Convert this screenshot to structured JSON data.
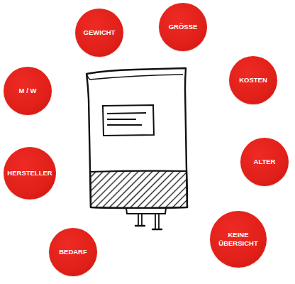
{
  "diagram": {
    "nodes": [
      {
        "text": [
          "GRÖSSE"
        ]
      },
      {
        "text": [
          "GEWICHT"
        ]
      },
      {
        "text": [
          "KOSTEN"
        ]
      },
      {
        "text": [
          "M / W"
        ]
      },
      {
        "text": [
          "ALTER"
        ]
      },
      {
        "text": [
          "HERSTELLER"
        ]
      },
      {
        "text": [
          "KEINE ÜBERSICHT"
        ]
      },
      {
        "text": [
          "BEDARF"
        ]
      }
    ]
  }
}
